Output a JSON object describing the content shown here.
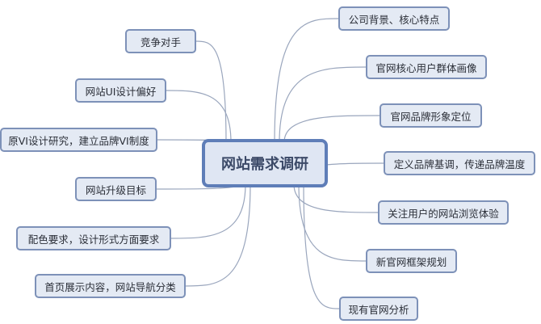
{
  "center": {
    "label": "网站需求调研"
  },
  "right_nodes": [
    {
      "label": "公司背景、核心特点"
    },
    {
      "label": "官网核心用户群体画像"
    },
    {
      "label": "官网品牌形象定位"
    },
    {
      "label": "定义品牌基调，传递品牌温度"
    },
    {
      "label": "关注用户的网站浏览体验"
    },
    {
      "label": "新官网框架规划"
    },
    {
      "label": "现有官网分析"
    }
  ],
  "left_nodes": [
    {
      "label": "竞争对手"
    },
    {
      "label": "网站UI设计偏好"
    },
    {
      "label": "原VI设计研究，建立品牌VI制度"
    },
    {
      "label": "网站升级目标"
    },
    {
      "label": "配色要求，设计形式方面要求"
    },
    {
      "label": "首页展示内容，网站导航分类"
    }
  ],
  "colors": {
    "line": "#9aa6bd",
    "node_border": "#7d91b8",
    "node_fill": "#e4eaf4",
    "center_border": "#5f7eb8"
  }
}
